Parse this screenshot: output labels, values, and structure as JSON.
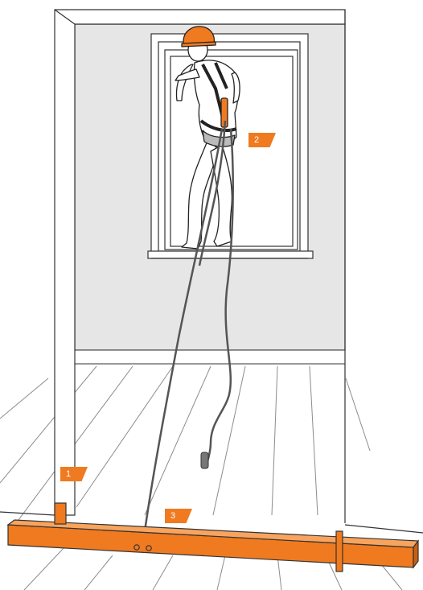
{
  "labels": {
    "label_1": "1",
    "label_2": "2",
    "label_3": "3"
  },
  "colors": {
    "accent_orange": "#f07a1f",
    "wall_gray": "#e6e6e6",
    "line_dark": "#333333"
  },
  "elements": {
    "worker": "person-in-harness-with-helmet",
    "anchor": "orange-bar-anchor-across-doorway",
    "lanyard": "energy-absorbing-lanyard",
    "lifeline": "rope-to-anchor"
  }
}
